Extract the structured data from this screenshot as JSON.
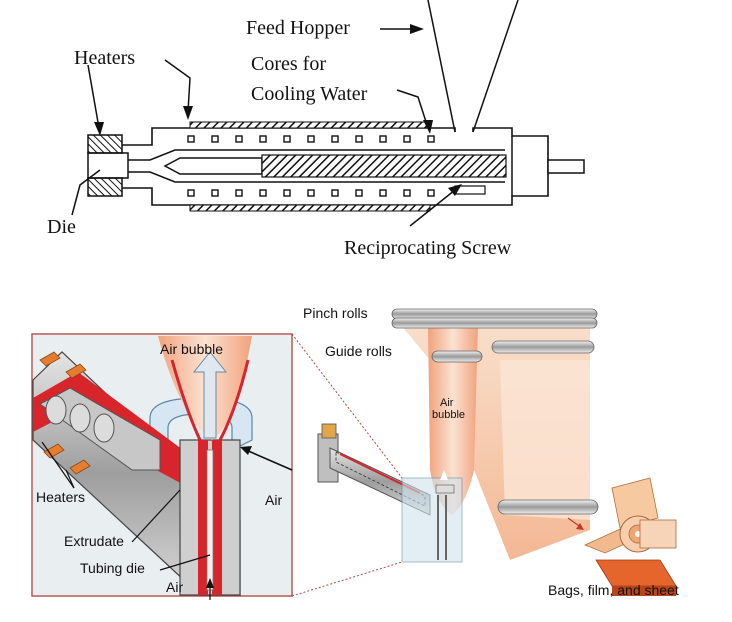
{
  "top_diagram": {
    "labels": {
      "feed_hopper": "Feed Hopper",
      "heaters": "Heaters",
      "cores_line1": "Cores for",
      "cores_line2": "Cooling Water",
      "die": "Die",
      "reciprocating_screw": "Reciprocating Screw"
    }
  },
  "bottom_diagram": {
    "labels": {
      "pinch_rolls": "Pinch rolls",
      "guide_rolls": "Guide rolls",
      "air_bubble_inset": "Air bubble",
      "air_bubble_main_line1": "Air",
      "air_bubble_main_line2": "bubble",
      "heaters": "Heaters",
      "air_right": "Air",
      "extrudate": "Extrudate",
      "tubing_die": "Tubing die",
      "air_bottom": "Air",
      "products": "Bags, film, and sheet"
    },
    "colors": {
      "film": "#f6c9a8",
      "melt": "#d8252b",
      "steel": "#c9c9c9",
      "inset_bg": "#dcebf2",
      "frame": "#b04a4a"
    }
  }
}
